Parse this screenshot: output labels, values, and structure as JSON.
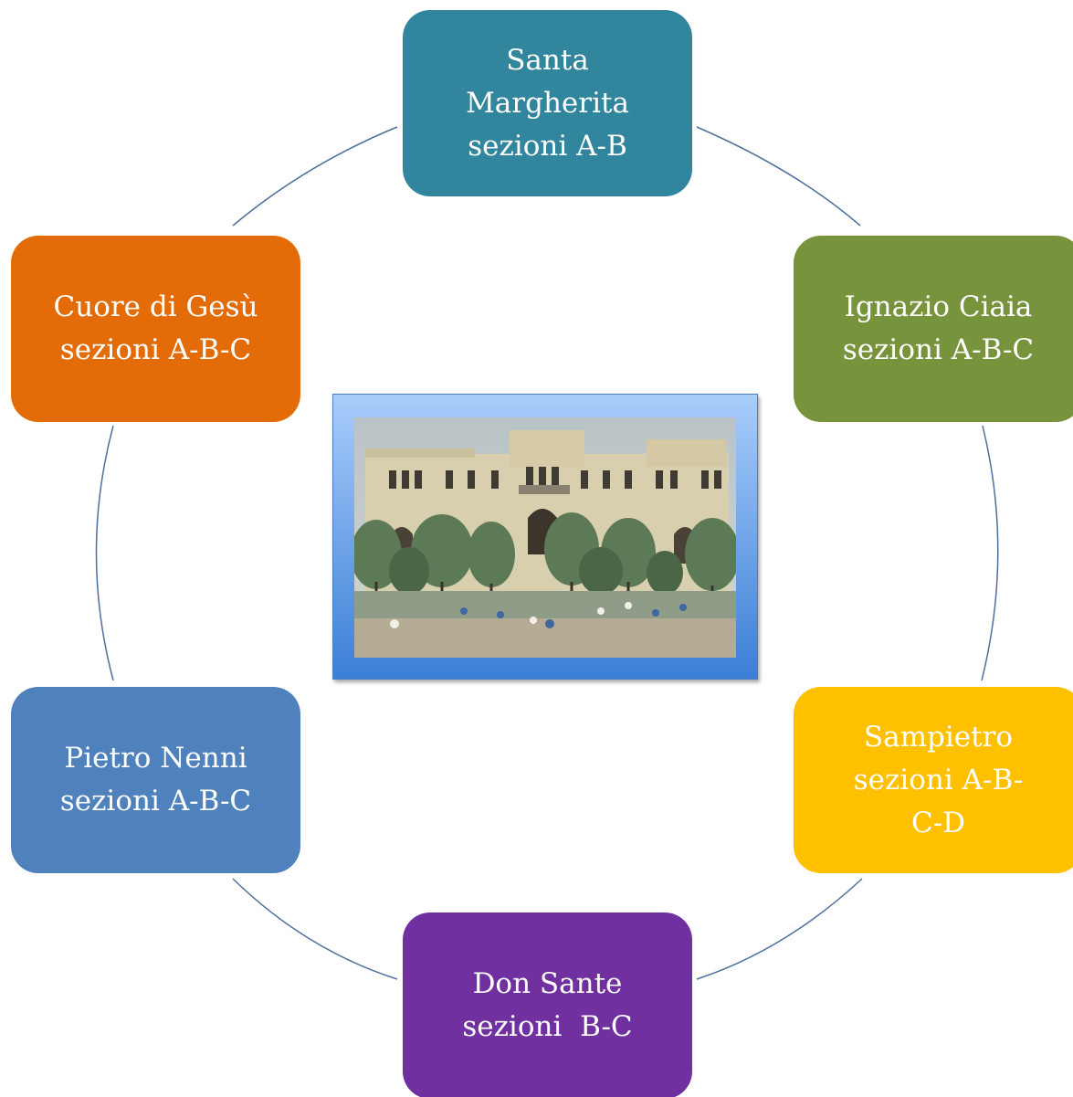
{
  "colors": {
    "connector": "#4f6f9c",
    "frame_top": "#a9cdfb",
    "frame_bottom": "#3b7fd6"
  },
  "nodes": {
    "top": {
      "line1": "Santa",
      "line2": "Margherita",
      "line3": "sezioni A-B",
      "color": "#31859c"
    },
    "right_upper": {
      "line1": "Ignazio Ciaia",
      "line2": "sezioni A-B-C",
      "color": "#77933c"
    },
    "right_lower": {
      "line1": "Sampietro",
      "line2": "sezioni A-B-",
      "line3": "C-D",
      "color": "#ffc000"
    },
    "bottom": {
      "line1": "Don Sante",
      "line2": "sezioni  B-C",
      "color": "#7030a0"
    },
    "left_lower": {
      "line1": "Pietro Nenni",
      "line2": "sezioni A-B-C",
      "color": "#4f81bd"
    },
    "left_upper": {
      "line1": "Cuore di Gesù",
      "line2": "sezioni A-B-C",
      "color": "#e36c09"
    }
  },
  "center_image": {
    "subject": "school-building-painting"
  }
}
